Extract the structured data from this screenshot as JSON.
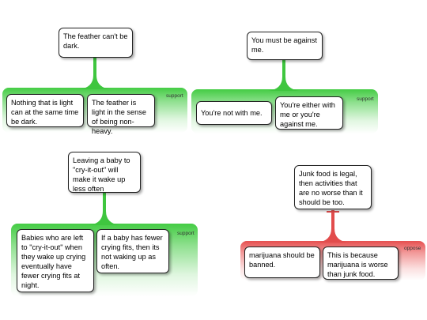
{
  "arguments": [
    {
      "id": "feather",
      "relation": "support",
      "claim": "The feather can't be dark.",
      "tag": "support",
      "premises": [
        "Nothing that is light can at the same time be dark.",
        "The feather is light in the sense of being non-heavy."
      ]
    },
    {
      "id": "against",
      "relation": "support",
      "claim": "You must be against me.",
      "tag": "support",
      "premises": [
        "You're not with me.",
        "You're either with me or you're against me."
      ]
    },
    {
      "id": "baby",
      "relation": "support",
      "claim": "Leaving a baby to \"cry-it-out\" will make it wake up less often",
      "tag": "support",
      "premises": [
        "Babies who are left to \"cry-it-out\" when they wake up crying eventually have fewer crying fits at night.",
        "If a baby has fewer crying fits, then its not waking up as often."
      ]
    },
    {
      "id": "junk",
      "relation": "oppose",
      "claim": "Junk food is legal, then activities that are no worse than it should be too.",
      "tag": "oppose",
      "premises": [
        "marijuana should be banned.",
        "This is because marijuana is worse than junk food."
      ]
    }
  ],
  "colors": {
    "support": "#44cc44",
    "oppose": "#e65050"
  }
}
